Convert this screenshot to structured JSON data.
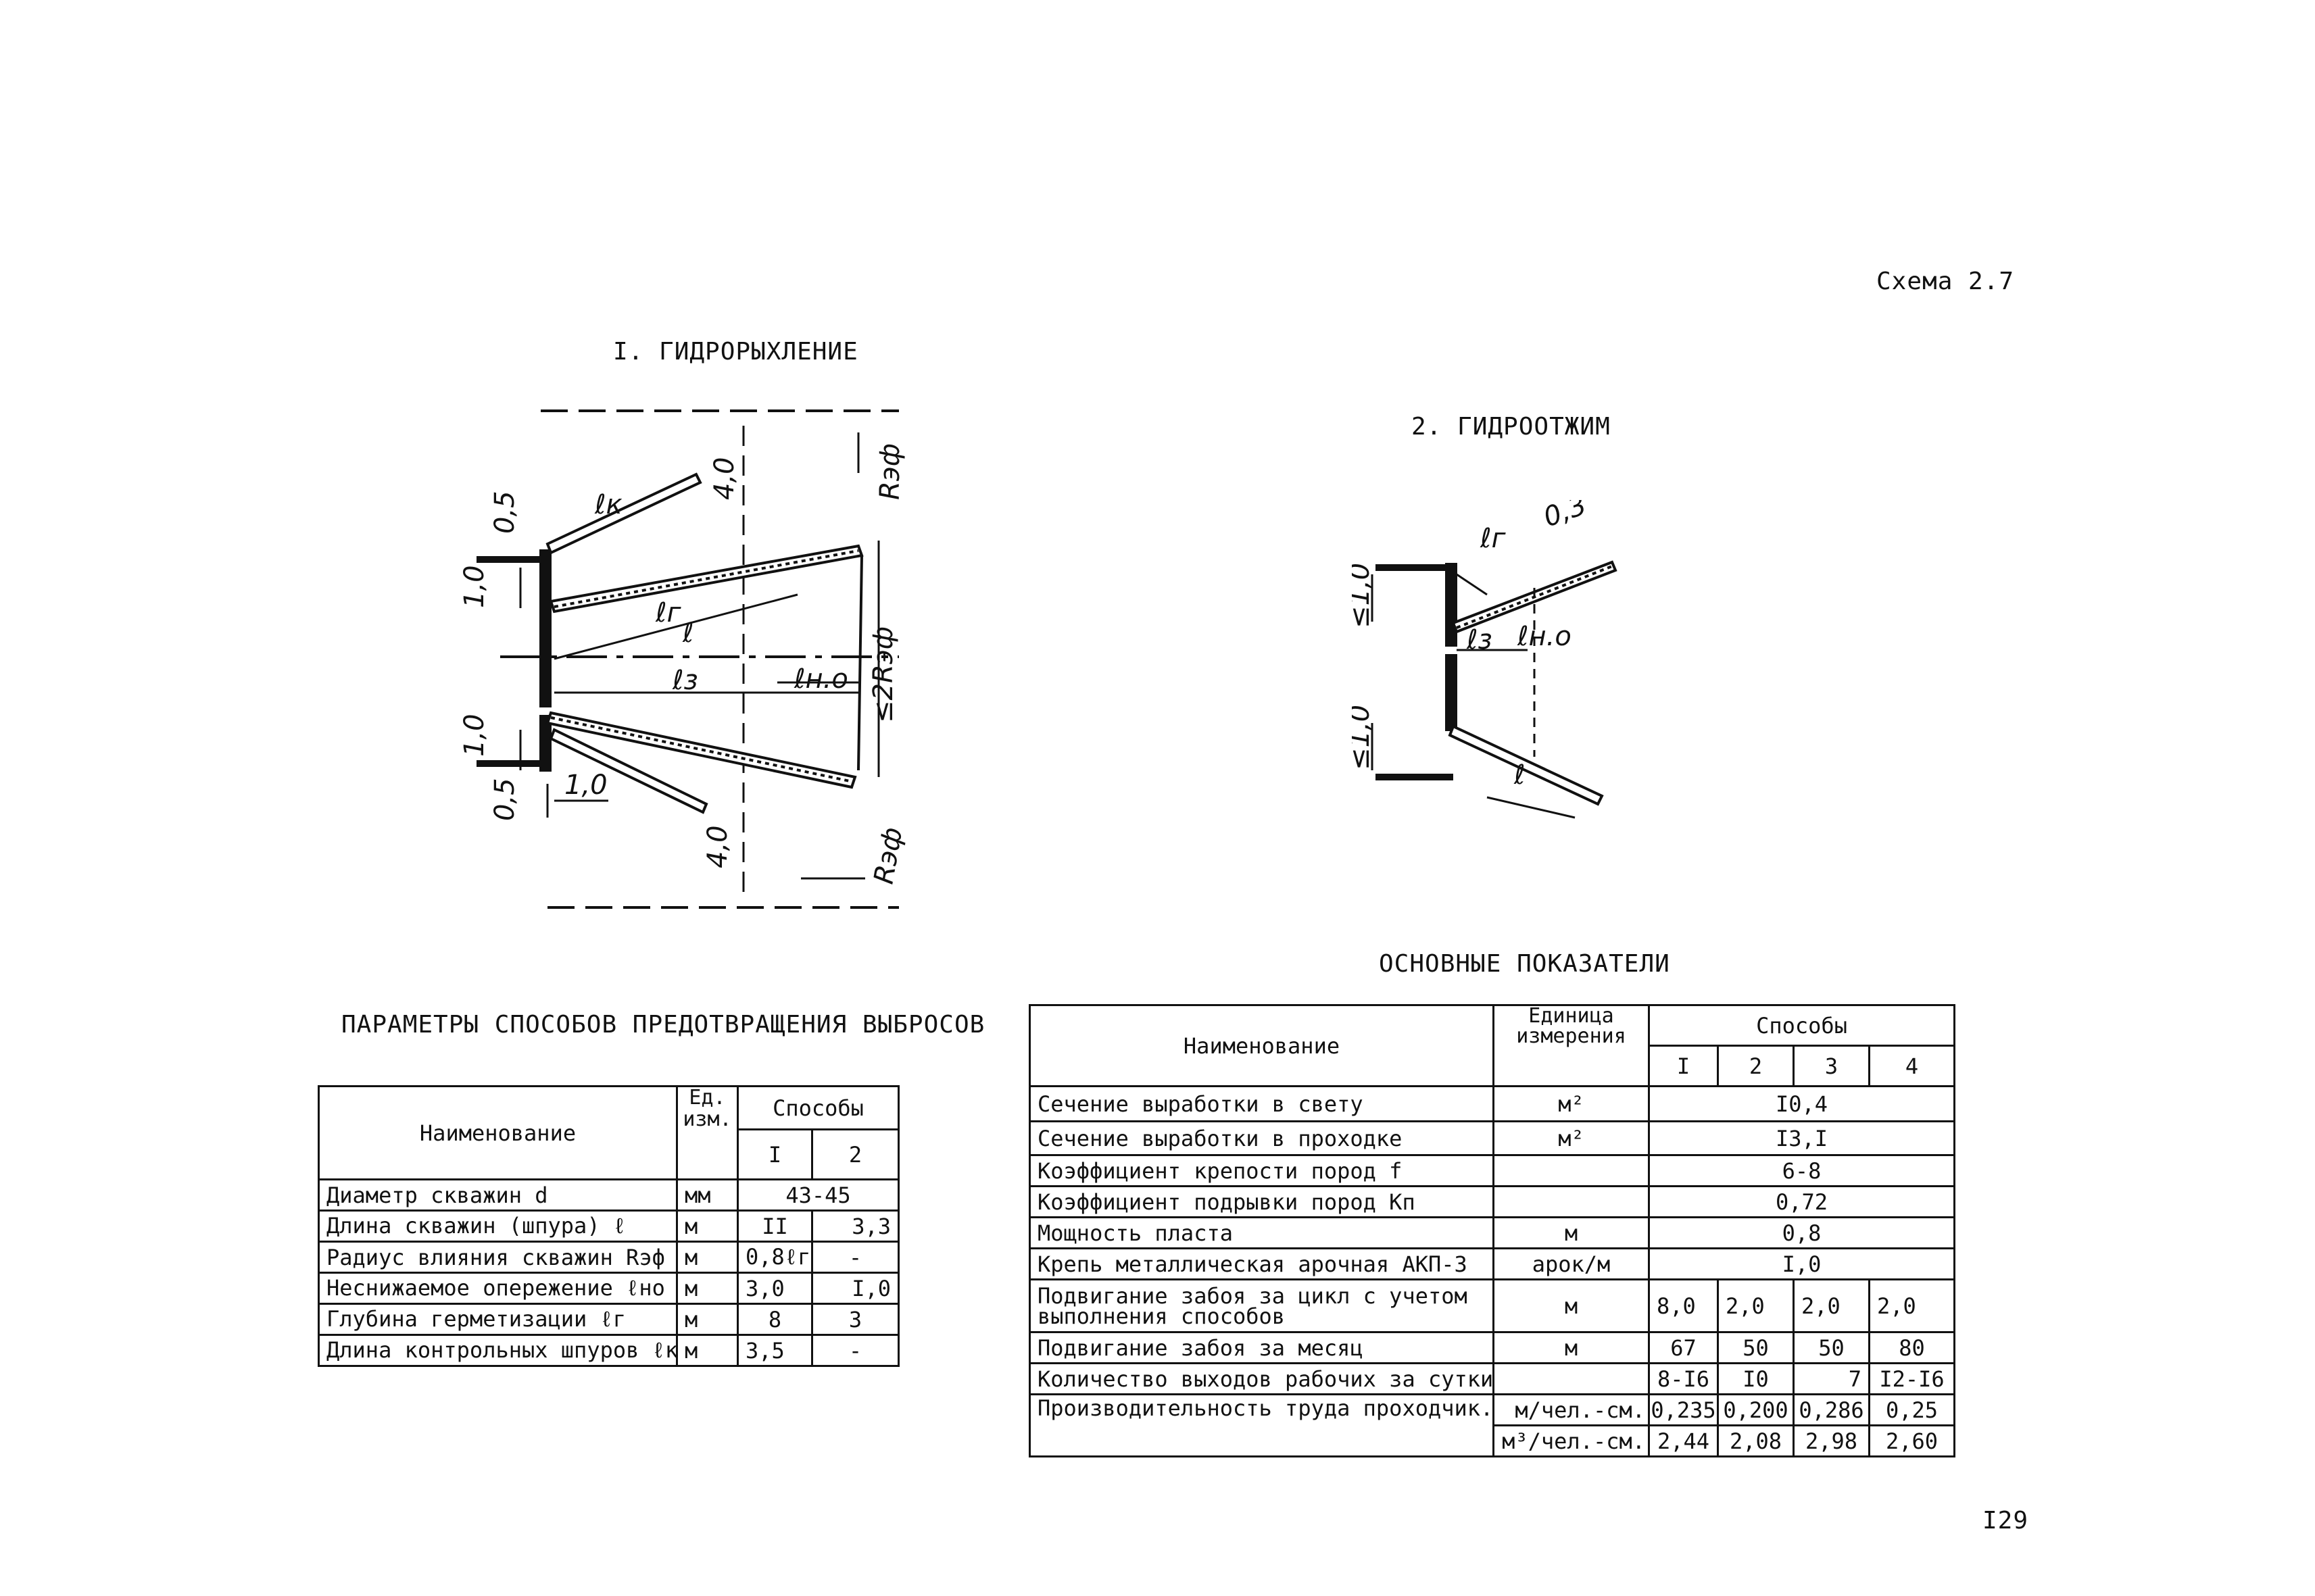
{
  "schema_label": "Схема 2.7",
  "page_number": "I29",
  "section1": {
    "title": "I. ГИДРОРЫХЛЕНИЕ"
  },
  "section2": {
    "title": "2. ГИДРООТЖИМ"
  },
  "diagram1_labels": {
    "d05_top": "0,5",
    "d10_top": "1,0",
    "lk": "ℓк",
    "d40_top": "4,0",
    "r_ef_top": "Rэф",
    "lg": "ℓг",
    "l": "ℓ",
    "lz": "ℓз",
    "lno": "ℓн.о",
    "r2": "≤2Rэф",
    "d10_bot": "1,0",
    "d05_bot": "0,5",
    "d10_horiz": "1,0",
    "d40_bot": "4,0",
    "r_ef_bot": "Rэф"
  },
  "diagram2_labels": {
    "lg": "ℓг",
    "d03": "0,3",
    "d10_top": "≤1,0",
    "lz": "ℓз",
    "lno": "ℓн.о",
    "d10_bot": "≤1,0",
    "l": "ℓ"
  },
  "params_table": {
    "title": "ПАРАМЕТРЫ СПОСОБОВ ПРЕДОТВРАЩЕНИЯ ВЫБРОСОВ",
    "header": {
      "name": "Наименование",
      "unit": "Ед. изм.",
      "methods": "Способы",
      "m1": "I",
      "m2": "2"
    },
    "rows": [
      {
        "name": "Диаметр скважин d",
        "unit": "мм",
        "v1": "43-45",
        "v2": ""
      },
      {
        "name": "Длина скважин (шпура) ℓ",
        "unit": "м",
        "v1": "II",
        "v2": "3,3"
      },
      {
        "name": "Радиус влияния скважин Rэф",
        "unit": "м",
        "v1": "0,8ℓг",
        "v2": "-"
      },
      {
        "name": "Неснижаемое опережение ℓно",
        "unit": "м",
        "v1": "3,0",
        "v2": "I,0"
      },
      {
        "name": "Глубина герметизации ℓг",
        "unit": "м",
        "v1": "8",
        "v2": "3"
      },
      {
        "name": "Длина контрольных шпуров ℓк",
        "unit": "м",
        "v1": "3,5",
        "v2": "-"
      }
    ]
  },
  "main_table": {
    "title": "ОСНОВНЫЕ ПОКАЗАТЕЛИ",
    "header": {
      "name": "Наименование",
      "unit": "Единица измерения",
      "methods": "Способы",
      "m1": "I",
      "m2": "2",
      "m3": "3",
      "m4": "4"
    },
    "rows_merged": [
      {
        "name": "Сечение выработки в свету",
        "unit": "м²",
        "value": "I0,4"
      },
      {
        "name": "Сечение выработки в проходке",
        "unit": "м²",
        "value": "I3,I"
      },
      {
        "name": "Коэффициент крепости пород f",
        "unit": "",
        "value": "6-8"
      },
      {
        "name": "Коэффициент подрывки пород Kп",
        "unit": "",
        "value": "0,72"
      },
      {
        "name": "Мощность пласта",
        "unit": "м",
        "value": "0,8"
      },
      {
        "name": "Крепь металлическая арочная АКП-3",
        "unit": "арок/м",
        "value": "I,0"
      }
    ],
    "row_advance_cycle": {
      "name_l1": "Подвигание забоя за цикл с учетом",
      "name_l2": "выполнения способов",
      "unit": "м",
      "v": [
        "8,0",
        "2,0",
        "2,0",
        "2,0"
      ]
    },
    "row_advance_month": {
      "name": "Подвигание забоя за месяц",
      "unit": "м",
      "v": [
        "67",
        "50",
        "50",
        "80"
      ]
    },
    "row_outputs": {
      "name": "Количество выходов рабочих за сутки",
      "unit": "",
      "v": [
        "8-I6",
        "I0",
        "7",
        "I2-I6"
      ]
    },
    "row_productivity": {
      "name": "Производительность труда проходчик.",
      "unit1": "м/чел.-см.",
      "v1": [
        "0,235",
        "0,200",
        "0,286",
        "0,25"
      ],
      "unit2": "м³/чел.-см.",
      "v2": [
        "2,44",
        "2,08",
        "2,98",
        "2,60"
      ]
    }
  }
}
